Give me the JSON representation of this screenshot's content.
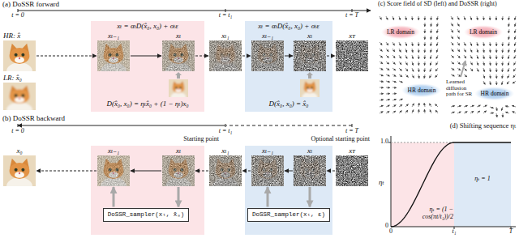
{
  "diagram": {
    "nodes": [
      {
        "text": [
          "HR: x̂"
        ]
      },
      {
        "text": [
          "LR: x̂₀"
        ]
      },
      {
        "text": [
          "xₜ = αₜD(x̂₀, x₀) + σₜε",
          "D(x̂₀, x₀) = ηₜx̂₀ + (1 − ηₜ)x₀"
        ]
      },
      {
        "text": [
          "xₜ₋₁"
        ],
        "in": 2
      },
      {
        "text": [
          "xₜ"
        ],
        "in": 2
      },
      {
        "text": [
          "xₜ₁"
        ]
      },
      {
        "text": [
          "xₜ = αₜD(x̂₀, x₀) + σₜε",
          "D(x̂₀, x₀) = x̂₀"
        ]
      },
      {
        "text": [
          "xₜ₋₁"
        ],
        "in": 6
      },
      {
        "text": [
          "xₜ"
        ],
        "in": 6
      },
      {
        "text": [
          "xᴛ"
        ]
      },
      {
        "text": [
          "x₀"
        ]
      },
      {
        "text": [
          "xₜ₋₁"
        ]
      },
      {
        "text": [
          "xₜ"
        ]
      },
      {
        "text": [
          "xₜ₁"
        ]
      },
      {
        "text": [
          "xₜ₋₁"
        ]
      },
      {
        "text": [
          "xₜ"
        ]
      },
      {
        "text": [
          "xᴛ"
        ]
      },
      {
        "text": [
          "DoSSR_sampler(xₜ, x̂₀)"
        ]
      },
      {
        "text": [
          "DoSSR_sampler(xₜ, ε)"
        ]
      },
      {
        "text": [
          "LR domain"
        ]
      },
      {
        "text": [
          "HR domain"
        ]
      },
      {
        "text": [
          "LR domain"
        ]
      },
      {
        "text": [
          "HR domain"
        ]
      },
      {
        "text": [
          "ηₜ = (1 − cos(πt/t₁))/2"
        ]
      },
      {
        "text": [
          "ηₜ = 1"
        ]
      }
    ],
    "edges": [
      {
        "from": 0,
        "to": 3,
        "arrow": "to"
      },
      {
        "from": 3,
        "to": 4,
        "arrow": "to"
      },
      {
        "from": 4,
        "to": 5,
        "arrow": "to"
      },
      {
        "from": 5,
        "to": 7,
        "arrow": "to"
      },
      {
        "from": 7,
        "to": 8,
        "arrow": "to"
      },
      {
        "from": 8,
        "to": 9,
        "arrow": "to"
      },
      {
        "from": 11,
        "to": 10,
        "arrow": "to"
      },
      {
        "from": 12,
        "to": 11,
        "arrow": "to"
      },
      {
        "from": 13,
        "to": 12,
        "arrow": "to"
      },
      {
        "from": 14,
        "to": 13,
        "arrow": "to"
      },
      {
        "from": 15,
        "to": 14,
        "arrow": "to"
      },
      {
        "from": 16,
        "to": 15,
        "arrow": "to"
      },
      {
        "from": 12,
        "to": 17,
        "arrow": "to"
      },
      {
        "from": 17,
        "to": 11,
        "arrow": "to"
      },
      {
        "from": 15,
        "to": 18,
        "arrow": "to"
      },
      {
        "from": 18,
        "to": 14,
        "arrow": "to"
      }
    ],
    "labels": [
      "(a) DoSSR forward",
      "t = 0",
      "t = t₁",
      "t = T",
      "(b) DoSSR backward",
      "t = 0",
      "t = t₁",
      "t = T",
      "Starting point",
      "Optional starting point",
      "(c) Score field of SD (left) and DoSSR (right)",
      "Learned diffusion path for SR",
      "(d) Shifting sequence ηₜ",
      "1.0",
      "0",
      "ηₜ",
      "0",
      "t₁",
      "T"
    ]
  }
}
